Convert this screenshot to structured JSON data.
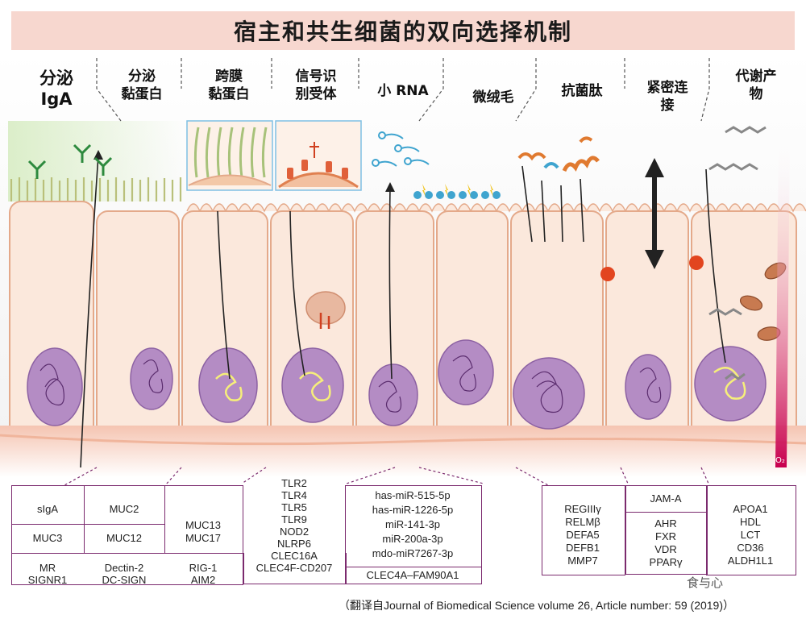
{
  "title": "宿主和共生细菌的双向选择机制",
  "mechanisms": [
    {
      "line1": "分泌",
      "line2": "IgA"
    },
    {
      "line1": "分泌",
      "line2": "黏蛋白"
    },
    {
      "line1": "跨膜",
      "line2": "黏蛋白"
    },
    {
      "line1": "信号识",
      "line2": "别受体"
    },
    {
      "line1": "小 RNA",
      "line2": ""
    },
    {
      "line1": "微绒毛",
      "line2": ""
    },
    {
      "line1": "抗菌肽",
      "line2": ""
    },
    {
      "line1": "紧密连",
      "line2": "接"
    },
    {
      "line1": "代谢产",
      "line2": "物"
    }
  ],
  "o2_label": "O₂",
  "groups": {
    "g1": {
      "r1": "sIgA",
      "r2": "MUC2",
      "r3": "MUC3",
      "r4": "MUC12",
      "r5": "MUC13",
      "r6": "MUC17",
      "r7": "MR",
      "r8": "SIGNR1",
      "r9": "Dectin-2",
      "r10": "DC-SIGN",
      "r11": "RIG-1",
      "r12": "AIM2"
    },
    "g2": [
      "TLR2",
      "TLR4",
      "TLR5",
      "TLR9",
      "NOD2",
      "NLRP6",
      "CLEC16A",
      "CLEC4F-CD207"
    ],
    "g3": [
      "has-miR-515-5p",
      "has-miR-1226-5p",
      "miR-141-3p",
      "miR-200a-3p",
      "mdo-miR7267-3p"
    ],
    "g3_bottom": "CLEC4A–FAM90A1",
    "g4": [
      "REGIIIγ",
      "RELMβ",
      "DEFA5",
      "DEFB1",
      "MMP7"
    ],
    "g5_top": "JAM-A",
    "g5": [
      "AHR",
      "FXR",
      "VDR",
      "PPARγ"
    ],
    "g6": [
      "APOA1",
      "HDL",
      "LCT",
      "CD36",
      "ALDH1L1"
    ]
  },
  "credit": "（翻译自Journal of Biomedical Science volume 26, Article number: 59 (2019)）",
  "watermark": "食与心",
  "colors": {
    "cell": "#fbe8dc",
    "cell_edge": "#e4a98a",
    "nucleus": "#b48cc4",
    "chromatin": "#5b2d6e",
    "villi": "#9db55a",
    "frame": "#7b2a6e",
    "title_bg": "#f7d7cf"
  }
}
